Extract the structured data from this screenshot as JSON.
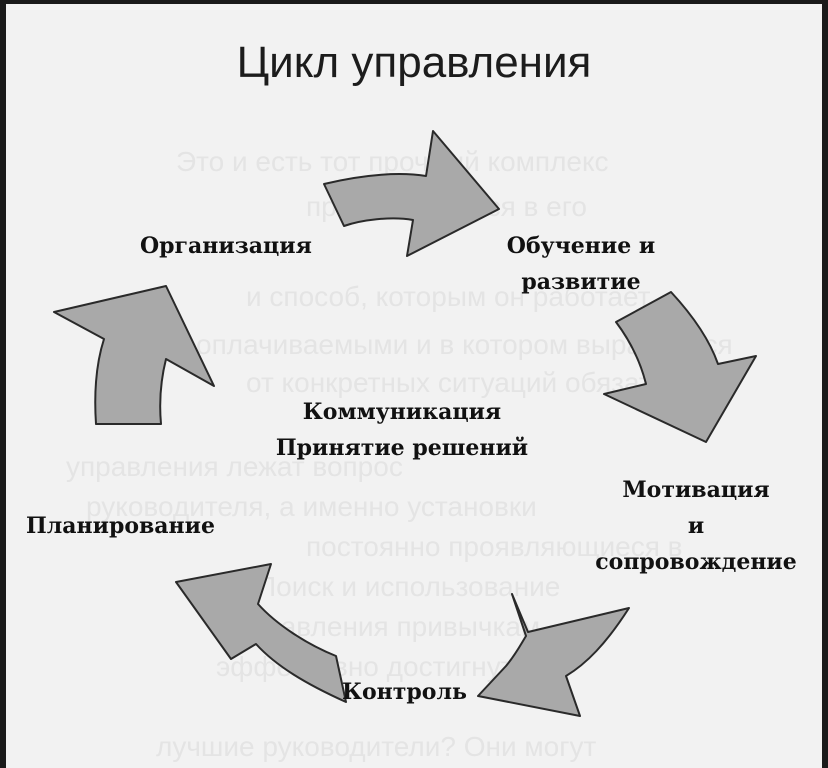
{
  "title": "Цикл управления",
  "center": {
    "line1": "Коммуникация",
    "line2": "Принятие решений"
  },
  "stages": {
    "organization": "Организация",
    "training_line1": "Обучение и",
    "training_line2": "развитие",
    "motivation_line1": "Мотивация",
    "motivation_line2": "и",
    "motivation_line3": "сопровождение",
    "control": "Контроль",
    "planning": "Планирование"
  },
  "colors": {
    "arrow_fill": "#a9a9a9",
    "arrow_stroke": "#2a2a2a",
    "text": "#111111",
    "page_bg": "#f2f2f2"
  }
}
